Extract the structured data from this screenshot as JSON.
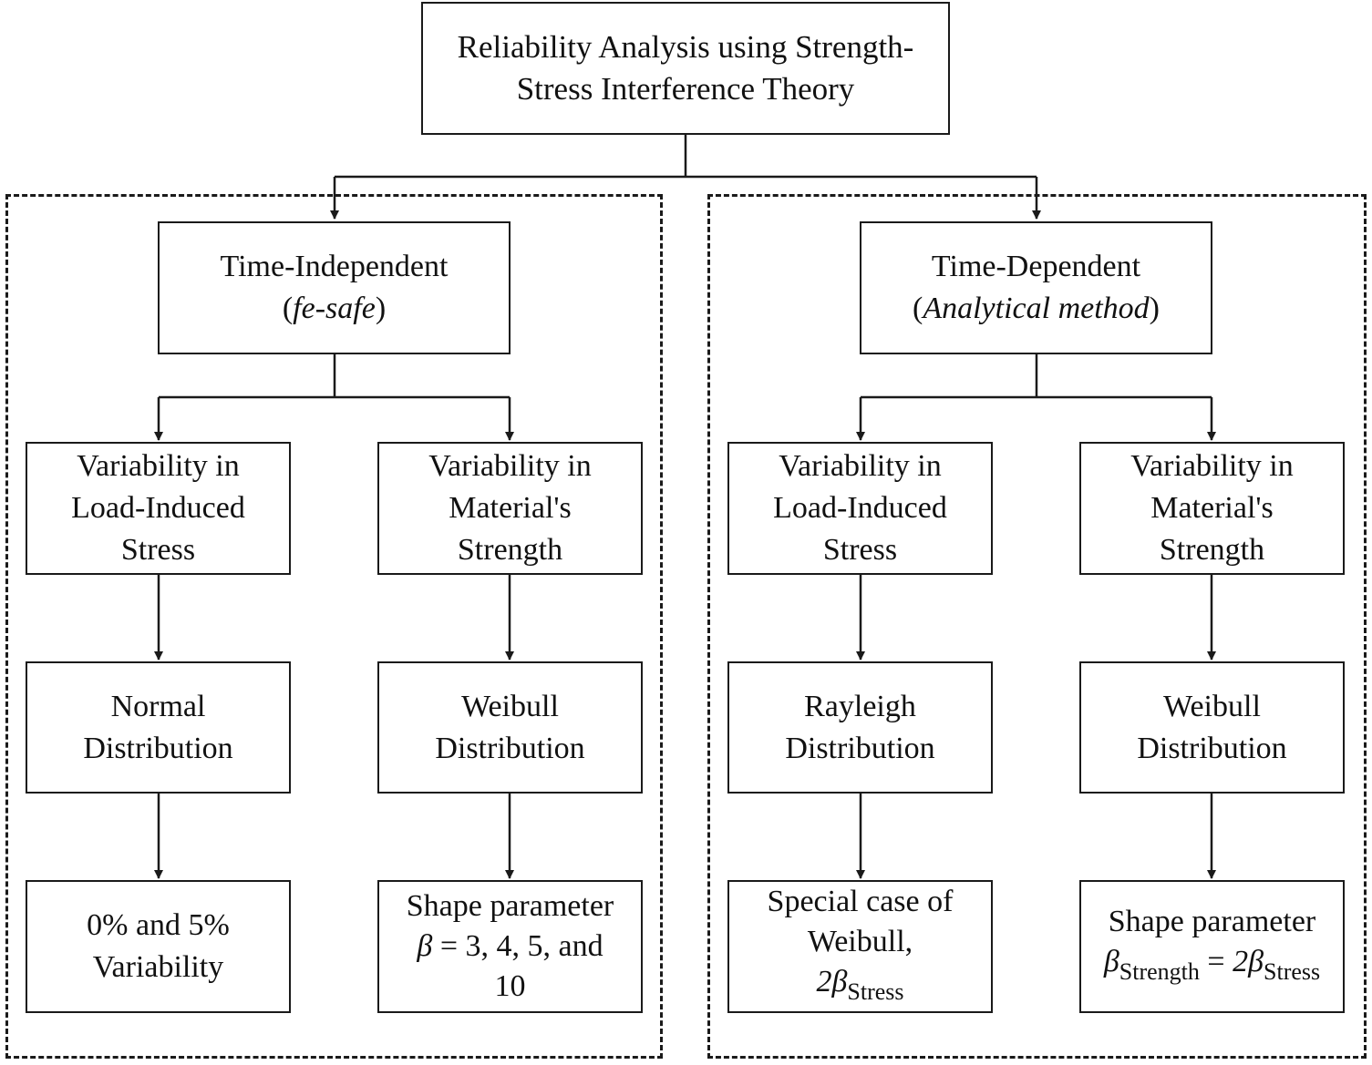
{
  "root": {
    "line1": "Reliability Analysis using Strength-",
    "line2": "Stress Interference Theory"
  },
  "left": {
    "header": {
      "title": "Time-Independent",
      "open": "(",
      "method": "fe-safe",
      "close": ")"
    },
    "stress": {
      "box": [
        "Variability in",
        "Load-Induced",
        "Stress"
      ],
      "dist": [
        "Normal",
        "Distribution"
      ],
      "detail": [
        "0% and 5%",
        "Variability"
      ]
    },
    "strength": {
      "box": [
        "Variability in",
        "Material's",
        "Strength"
      ],
      "dist": [
        "Weibull",
        "Distribution"
      ],
      "detail": {
        "line1": "Shape parameter",
        "beta": "β",
        "line2_rest": " = 3, 4, 5, and",
        "line3": "10"
      }
    }
  },
  "right": {
    "header": {
      "title": "Time-Dependent",
      "open": "(",
      "method": "Analytical method",
      "close": ")"
    },
    "stress": {
      "box": [
        "Variability in",
        "Load-Induced",
        "Stress"
      ],
      "dist": [
        "Rayleigh",
        "Distribution"
      ],
      "detail": {
        "line1": "Special case of",
        "line2": "Weibull,",
        "coef": "2β",
        "sub": "Stress"
      }
    },
    "strength": {
      "box": [
        "Variability in",
        "Material's",
        "Strength"
      ],
      "dist": [
        "Weibull",
        "Distribution"
      ],
      "detail": {
        "line1": "Shape parameter",
        "beta": "β",
        "sub1": "Strength",
        "eq": " = ",
        "coef": "2β",
        "sub2": "Stress"
      }
    }
  }
}
